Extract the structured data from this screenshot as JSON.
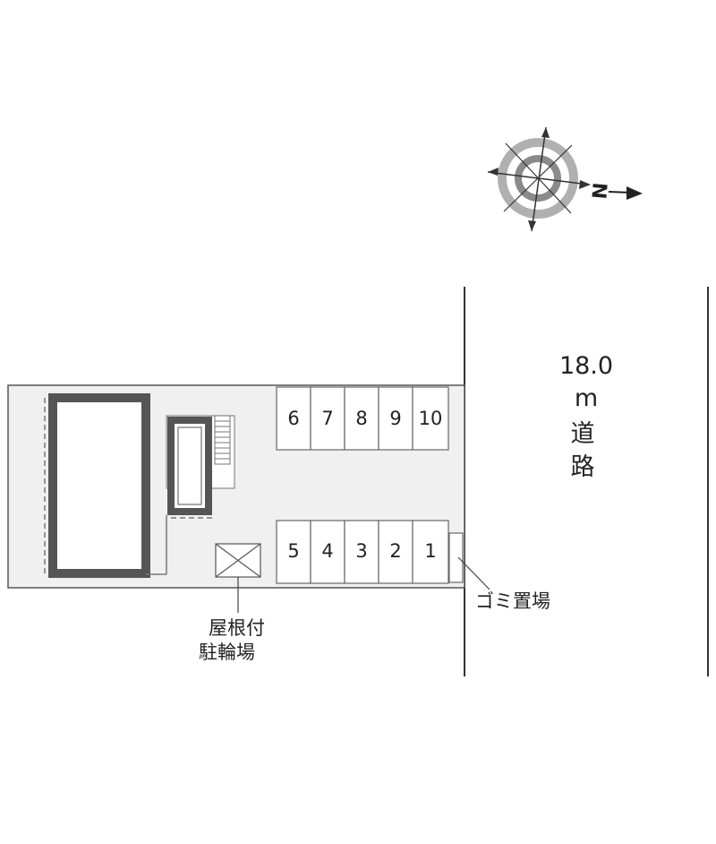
{
  "road": {
    "width": "18.0",
    "unit": "m",
    "line1": "道",
    "line2": "路"
  },
  "compass": {
    "north_label": "N"
  },
  "garbage_label": "ゴミ置場",
  "bicycle": {
    "line1": "屋根付",
    "line2": "駐輪場"
  },
  "parking": {
    "top_row": [
      "6",
      "7",
      "8",
      "9",
      "10"
    ],
    "bottom_row": [
      "5",
      "4",
      "3",
      "2",
      "1"
    ]
  },
  "colors": {
    "lot": "#f0f0f0",
    "building": "#555555",
    "line": "#444444"
  }
}
